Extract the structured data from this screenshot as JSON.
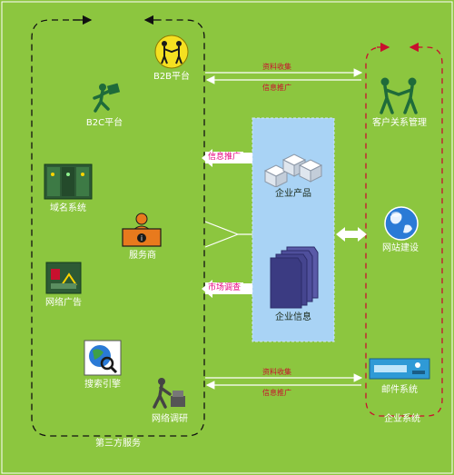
{
  "third_party": {
    "title": "第三方服务",
    "nodes": {
      "b2b": "B2B平台",
      "b2c": "B2C平台",
      "domain": "域名系统",
      "service": "服务商",
      "ad": "网络广告",
      "search": "搜索引擎",
      "research": "网络调研"
    }
  },
  "enterprise_system": {
    "title": "企业系统",
    "nodes": {
      "crm": "客户关系管理",
      "website": "网站建设",
      "mail": "邮件系统"
    }
  },
  "center": {
    "product": "企业产品",
    "info": "企业信息"
  },
  "flows": {
    "top_collect": "资料收集",
    "top_promote": "信息推广",
    "mid_promote": "信息推广",
    "mid_research": "市场调查",
    "bottom_collect": "资料收集",
    "bottom_promote": "信息推广"
  },
  "colors": {
    "background": "#8cc63f",
    "center_box": "#a9d3f5",
    "accent_red": "#c8102e",
    "tag_text": "#e6007e"
  },
  "icons": [
    "handshake-icon",
    "runner-icon",
    "server-icon",
    "person-desk-icon",
    "ad-icon",
    "globe-search-icon",
    "worker-icon",
    "cubes-icon",
    "documents-icon",
    "globe-icon",
    "mail-device-icon"
  ]
}
